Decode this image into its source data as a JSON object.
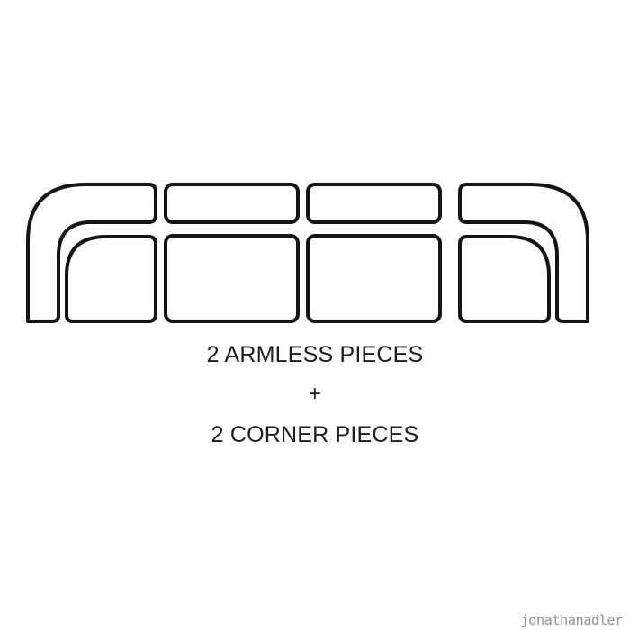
{
  "caption": {
    "line1": "2 ARMLESS PIECES",
    "plus": "+",
    "line2": "2 CORNER PIECES"
  },
  "watermark": "jonathanadler",
  "diagram": {
    "description_pieces": [
      "left-corner",
      "armless-left",
      "armless-right",
      "right-corner"
    ],
    "stroke_color": "#141414",
    "fill_color": "#ffffff"
  }
}
